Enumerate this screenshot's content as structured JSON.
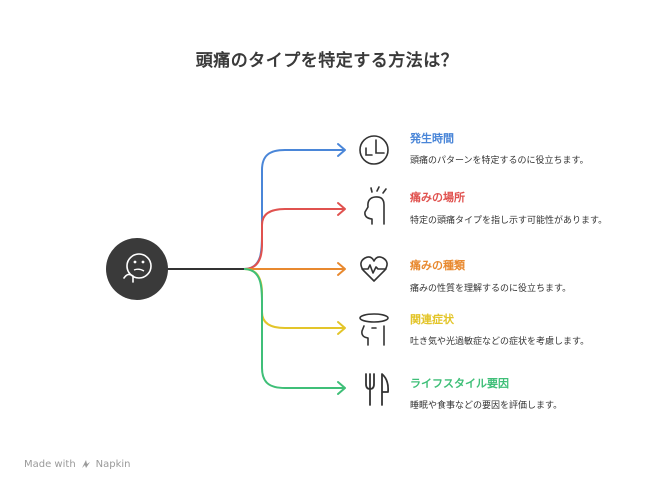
{
  "title": "頭痛のタイプを特定する方法は？",
  "center_icon": "thinking-face-icon",
  "items": [
    {
      "title": "発生時間",
      "desc": "頭痛のパターンを特定するのに役立ちます。",
      "color": "#4a86d8",
      "icon": "clock-icon"
    },
    {
      "title": "痛みの場所",
      "desc": "特定の頭痛タイプを指し示す可能性があります。",
      "color": "#e0524f",
      "icon": "head-profile-icon"
    },
    {
      "title": "痛みの種類",
      "desc": "痛みの性質を理解するのに役立ちます。",
      "color": "#e8892f",
      "icon": "heart-pulse-icon"
    },
    {
      "title": "関連症状",
      "desc": "吐き気や光過敏症などの症状を考慮します。",
      "color": "#e3c52a",
      "icon": "dizzy-head-icon"
    },
    {
      "title": "ライフスタイル要因",
      "desc": "睡眠や食事などの要因を評価します。",
      "color": "#3fbf78",
      "icon": "fork-knife-icon"
    }
  ],
  "footer": {
    "made_with": "Made with",
    "brand": "Napkin",
    "icon": "napkin-logo-icon"
  }
}
